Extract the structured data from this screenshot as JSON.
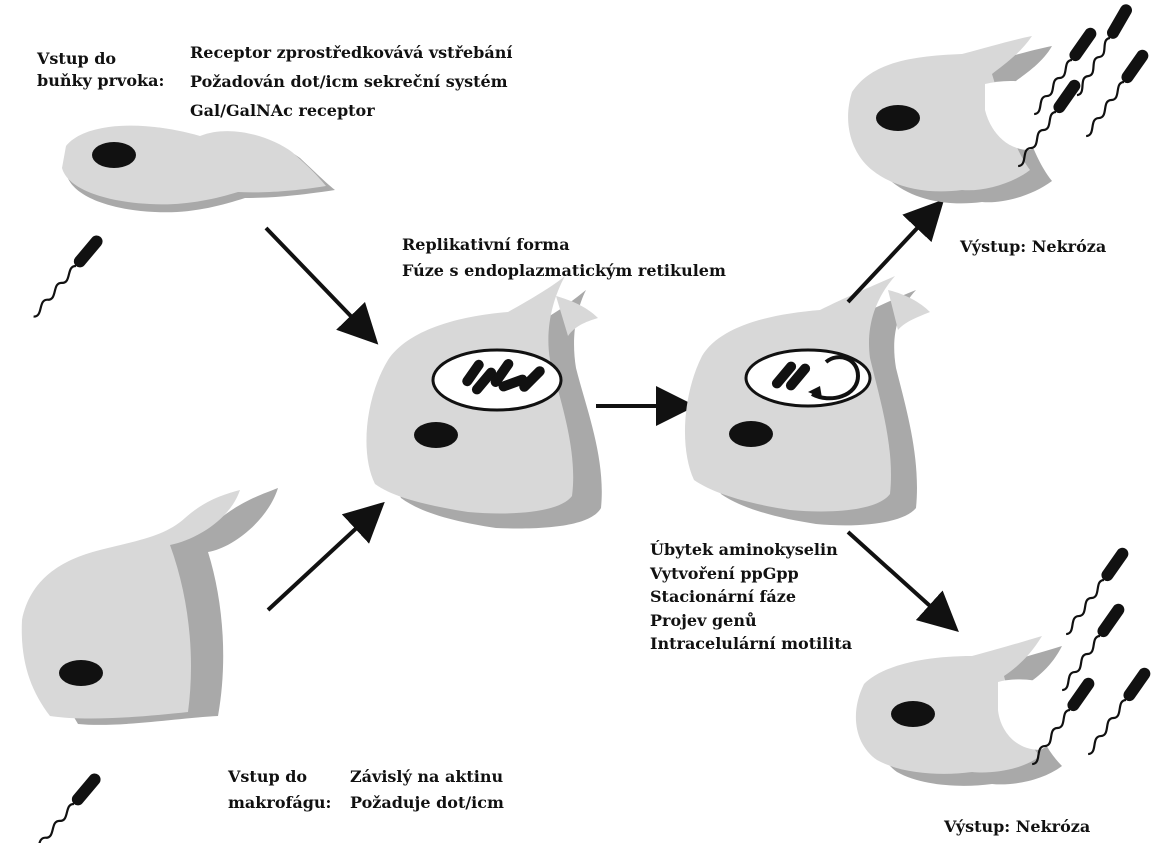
{
  "protozoan_entry": {
    "heading_line1": "Vstup do",
    "heading_line2": "buňky prvoka:",
    "items": [
      "Receptor zprostředkovává vstřebání",
      "Požadován dot/icm sekreční systém",
      "Gal/GalNAc receptor"
    ]
  },
  "replicative": {
    "lines": [
      "Replikativní forma",
      "Fúze s endoplazmatickým retikulem"
    ]
  },
  "exit_top": {
    "label": "Výstup: Nekróza"
  },
  "transmissive": {
    "lines": [
      "Úbytek aminokyselin",
      "Vytvoření ppGpp",
      "Stacionární fáze",
      "Projev genů",
      "Intracelulární motilita"
    ]
  },
  "macrophage_entry": {
    "heading_line1": "Vstup do",
    "heading_line2": "makrofágu:",
    "items": [
      "Závislý na aktinu",
      "Požaduje dot/icm"
    ]
  },
  "exit_bottom": {
    "label": "Výstup: Nekróza"
  },
  "colors": {
    "cell_fill": "#d8d8d8",
    "cell_shadow": "#a9a9a9",
    "ink": "#111111",
    "background": "#ffffff"
  }
}
